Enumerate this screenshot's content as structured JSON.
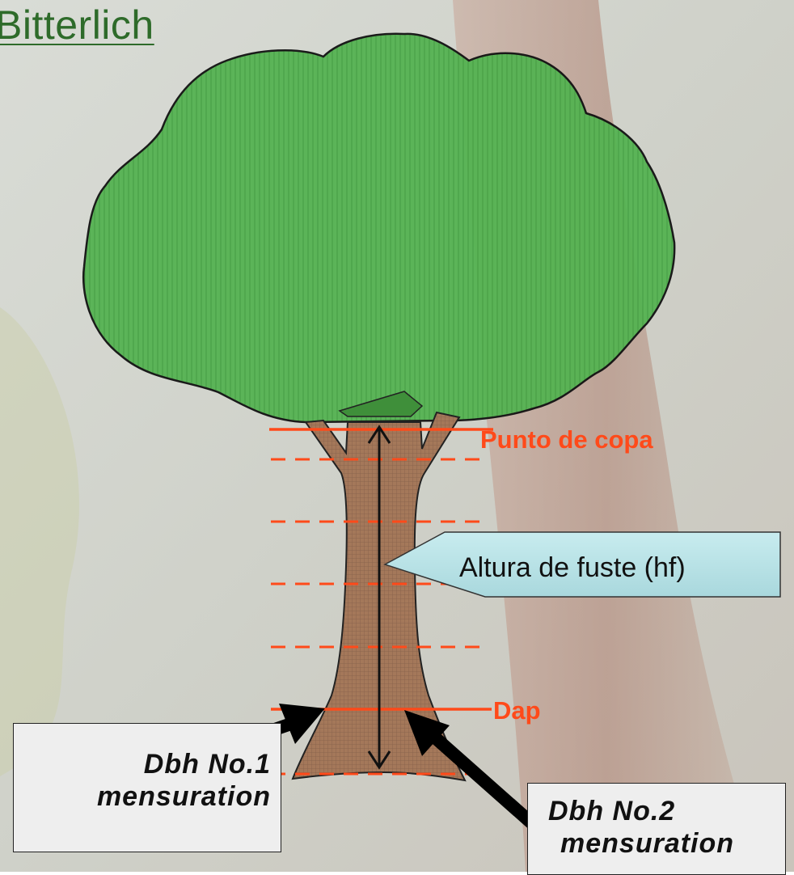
{
  "title": "Bitterlich",
  "labels": {
    "crown_point": "Punto de copa",
    "stem_height": "Altura de fuste (hf)",
    "dbh": "Dap"
  },
  "measurements": [
    {
      "line1": "Dbh No.1",
      "line2": "mensuration"
    },
    {
      "line1": "Dbh No.2",
      "line2": "mensuration"
    }
  ],
  "colors": {
    "crown": "#4fae4f",
    "trunk": "#a67a5a",
    "marker_lines": "#ff4a1a",
    "callout": "#bfe6ea"
  }
}
